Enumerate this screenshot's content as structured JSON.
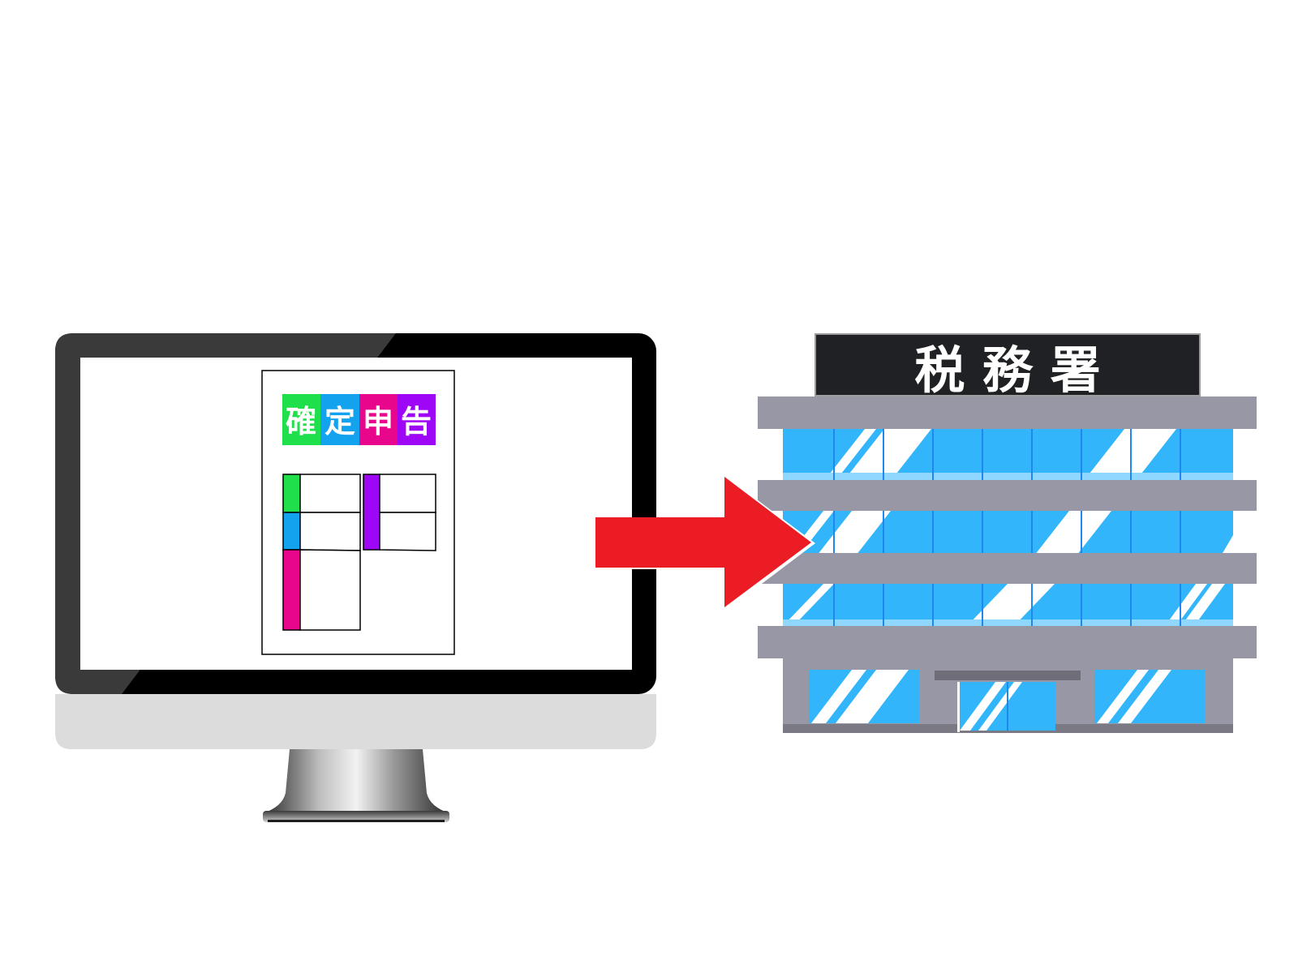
{
  "document": {
    "title_chars": [
      "確",
      "定",
      "申",
      "告"
    ]
  },
  "building": {
    "sign": "税 務 署"
  },
  "colors": {
    "green": "#1fe04a",
    "blue": "#13a2ee",
    "magenta": "#e8068d",
    "purple": "#9e07f5",
    "arrow": "#ec1c24",
    "glass": "#33b5fb",
    "frame": "#9897a5",
    "sign_bg": "#1f2124"
  },
  "icons": {
    "monitor": "desktop-monitor-icon",
    "arrow": "right-arrow-icon",
    "building": "office-building-icon"
  }
}
